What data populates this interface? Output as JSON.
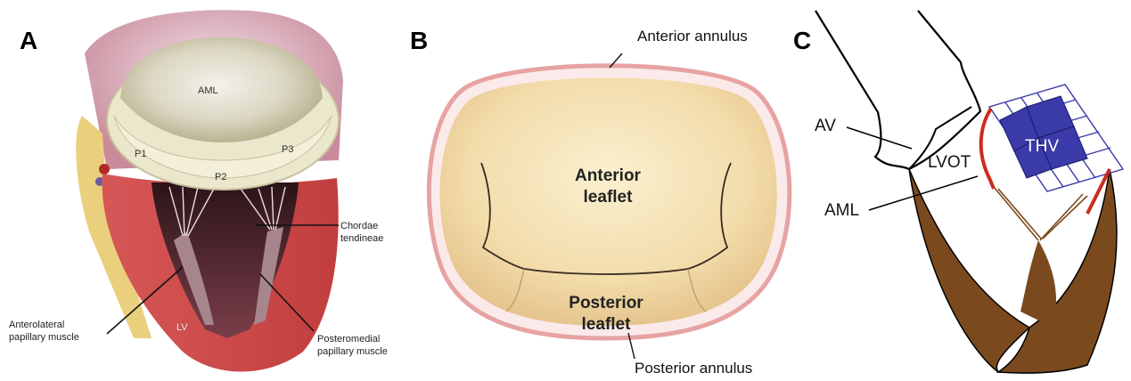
{
  "panels": {
    "a": {
      "letter": "A",
      "inner": {
        "aml": "AML",
        "p1": "P1",
        "p2": "P2",
        "p3": "P3",
        "lv": "LV"
      },
      "callouts": {
        "chordae_line1": "Chordae",
        "chordae_line2": "tendineae",
        "anterolateral_line1": "Anterolateral",
        "anterolateral_line2": "papillary muscle",
        "posteromedial_line1": "Posteromedial",
        "posteromedial_line2": "papillary muscle"
      }
    },
    "b": {
      "letter": "B",
      "anterior_annulus": "Anterior annulus",
      "anterior_leaflet_line1": "Anterior",
      "anterior_leaflet_line2": "leaflet",
      "posterior_leaflet_line1": "Posterior",
      "posterior_leaflet_line2": "leaflet",
      "posterior_annulus": "Posterior annulus"
    },
    "c": {
      "letter": "C",
      "av": "AV",
      "lvot": "LVOT",
      "thv": "THV",
      "aml": "AML"
    }
  },
  "colors": {
    "myocardium": "#c84a4a",
    "leaflet": "#f3ddb0",
    "annulus": "#e7a3a3",
    "ventricle_wall_c": "#7a4a1e",
    "thv": "#3a3aa8",
    "aml_c": "#cc2b1e"
  }
}
